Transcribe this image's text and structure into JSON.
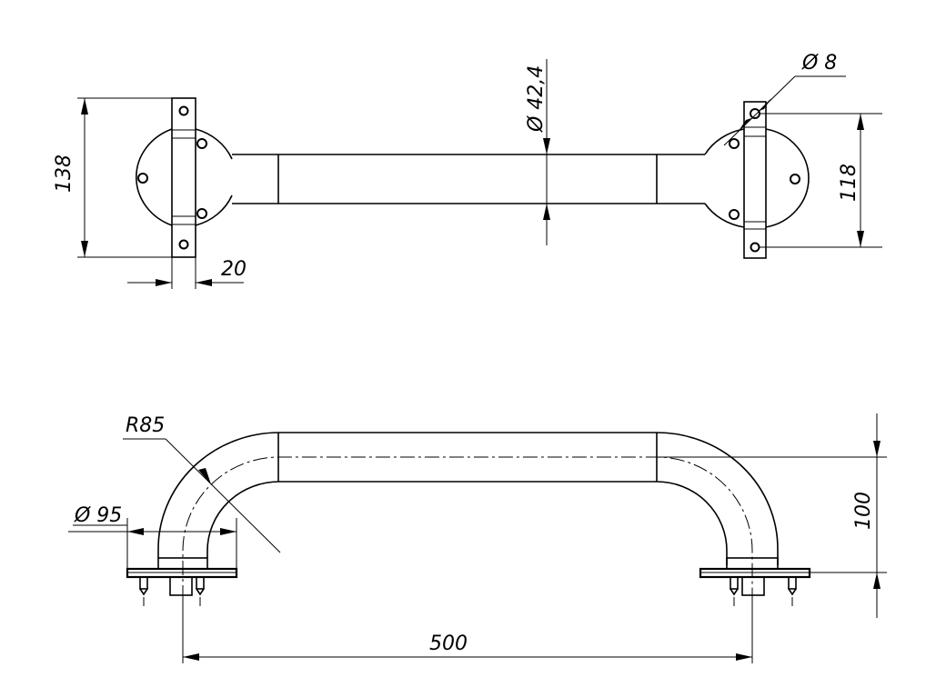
{
  "dimensions": {
    "plate_height_left": "138",
    "plate_width": "20",
    "tube_diameter": "Ø 42,4",
    "hole_diameter": "Ø 8",
    "hole_spacing_right": "118",
    "bend_radius": "R85",
    "flange_diameter": "Ø 95",
    "height": "100",
    "length": "500"
  }
}
